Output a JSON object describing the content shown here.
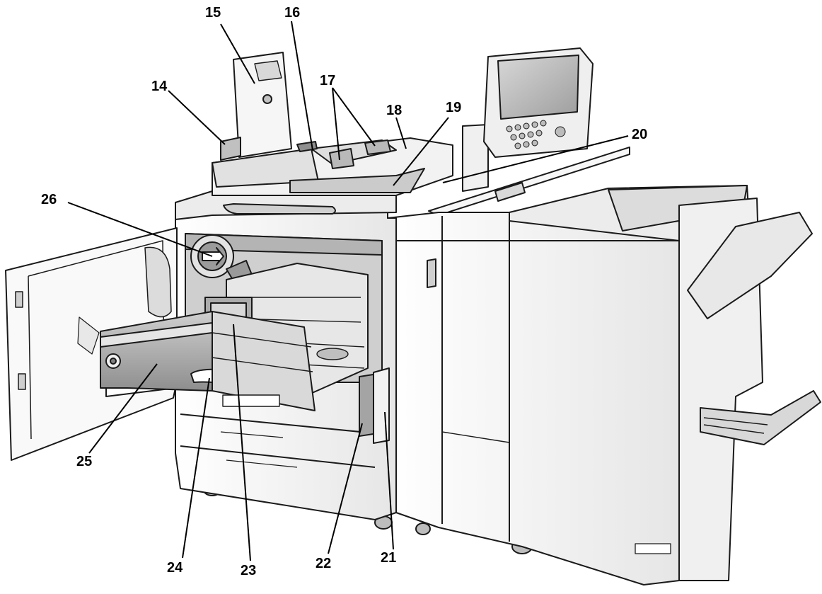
{
  "diagram": {
    "callouts": [
      {
        "id": "14",
        "label": "14"
      },
      {
        "id": "15",
        "label": "15"
      },
      {
        "id": "16",
        "label": "16"
      },
      {
        "id": "17",
        "label": "17"
      },
      {
        "id": "18",
        "label": "18"
      },
      {
        "id": "19",
        "label": "19"
      },
      {
        "id": "20",
        "label": "20"
      },
      {
        "id": "21",
        "label": "21"
      },
      {
        "id": "22",
        "label": "22"
      },
      {
        "id": "23",
        "label": "23"
      },
      {
        "id": "24",
        "label": "24"
      },
      {
        "id": "25",
        "label": "25"
      },
      {
        "id": "26",
        "label": "26"
      }
    ]
  },
  "colors": {
    "outline": "#1a1a1a",
    "body": "#f4f4f4",
    "shade": "#d2d2d2",
    "dark": "#7a7a7a",
    "screen": "#b8b8b8"
  }
}
